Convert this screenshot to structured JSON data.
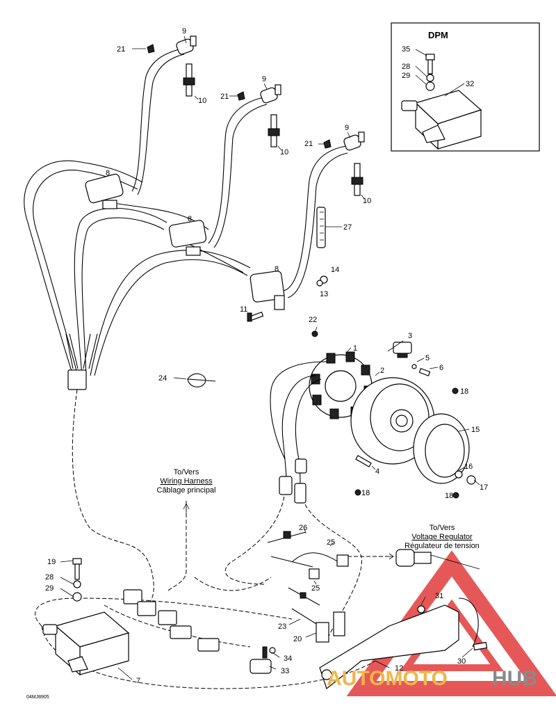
{
  "diagram": {
    "callouts": [
      {
        "id": "c-9a",
        "text": "9"
      },
      {
        "id": "c-21a",
        "text": "21"
      },
      {
        "id": "c-10a",
        "text": "10"
      },
      {
        "id": "c-9b",
        "text": "9"
      },
      {
        "id": "c-21b",
        "text": "21"
      },
      {
        "id": "c-10b",
        "text": "10"
      },
      {
        "id": "c-9c",
        "text": "9"
      },
      {
        "id": "c-21c",
        "text": "21"
      },
      {
        "id": "c-10c",
        "text": "10"
      },
      {
        "id": "c-8a",
        "text": "8"
      },
      {
        "id": "c-8b",
        "text": "8"
      },
      {
        "id": "c-8c",
        "text": "8"
      },
      {
        "id": "c-27",
        "text": "27"
      },
      {
        "id": "c-14",
        "text": "14"
      },
      {
        "id": "c-13",
        "text": "13"
      },
      {
        "id": "c-11",
        "text": "11"
      },
      {
        "id": "c-22",
        "text": "22"
      },
      {
        "id": "c-1",
        "text": "1"
      },
      {
        "id": "c-3",
        "text": "3"
      },
      {
        "id": "c-5",
        "text": "5"
      },
      {
        "id": "c-6",
        "text": "6"
      },
      {
        "id": "c-2",
        "text": "2"
      },
      {
        "id": "c-18a",
        "text": "18"
      },
      {
        "id": "c-24",
        "text": "24"
      },
      {
        "id": "c-15",
        "text": "15"
      },
      {
        "id": "c-4",
        "text": "4"
      },
      {
        "id": "c-16",
        "text": "16"
      },
      {
        "id": "c-17",
        "text": "17"
      },
      {
        "id": "c-18b",
        "text": "18"
      },
      {
        "id": "c-18c",
        "text": "18"
      },
      {
        "id": "c-26",
        "text": "26"
      },
      {
        "id": "c-25a",
        "text": "25"
      },
      {
        "id": "c-25b",
        "text": "25"
      },
      {
        "id": "c-19",
        "text": "19"
      },
      {
        "id": "c-28a",
        "text": "28"
      },
      {
        "id": "c-29a",
        "text": "29"
      },
      {
        "id": "c-31",
        "text": "31"
      },
      {
        "id": "c-23",
        "text": "23"
      },
      {
        "id": "c-20",
        "text": "20"
      },
      {
        "id": "c-34",
        "text": "34"
      },
      {
        "id": "c-33",
        "text": "33"
      },
      {
        "id": "c-12",
        "text": "12"
      },
      {
        "id": "c-30",
        "text": "30"
      },
      {
        "id": "c-7",
        "text": "7"
      },
      {
        "id": "c-35",
        "text": "35"
      },
      {
        "id": "c-28b",
        "text": "28"
      },
      {
        "id": "c-29b",
        "text": "29"
      },
      {
        "id": "c-32",
        "text": "32"
      }
    ],
    "dpm_title": "DPM",
    "wiring_harness": [
      "To/Vers",
      "Wiring Harness",
      "Câblage principal"
    ],
    "voltage_regulator": [
      "To/Vers",
      "Voltage Regulator",
      "Régulateur de tension"
    ],
    "drawing_code": "04MJ8905"
  },
  "watermark": {
    "part1": "AUTOMOTO",
    "part2": "HUB",
    "colors": {
      "red": "#e23b3b",
      "orange": "#f2b54a",
      "grey": "#8a8a8a"
    }
  }
}
